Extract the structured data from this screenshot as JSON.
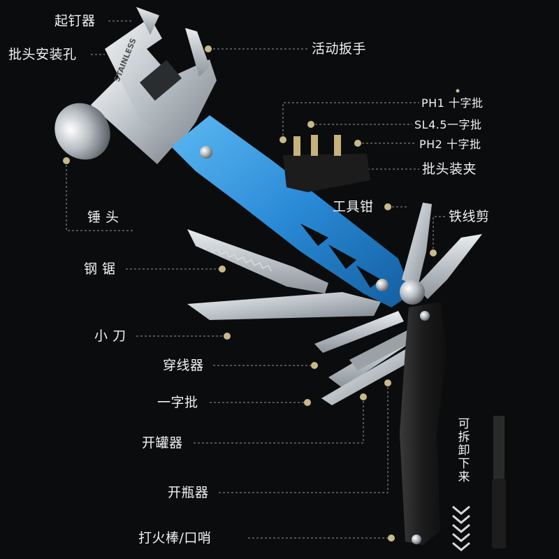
{
  "labels": {
    "nail_puller": "起钉器",
    "bit_slot": "批头安装孔",
    "wrench": "活动扳手",
    "ph1": "PH1 十字批",
    "sl45": "SL4.5一字批",
    "ph2": "PH2 十字批",
    "bit_holder": "批头装夹",
    "hammer": "锤 头",
    "pliers": "工具钳",
    "wire_cutter": "铁线剪",
    "saw": "钢 锯",
    "knife": "小 刀",
    "awl": "穿线器",
    "flat_screwdriver": "一字批",
    "can_opener": "开罐器",
    "bottle_opener": "开瓶器",
    "fire_whistle": "打火棒/口哨",
    "detachable": "可拆卸下来"
  },
  "brand_text": "STAINLESS",
  "colors": {
    "background": "#0b0c0d",
    "dot": "#c8b98a",
    "handle_blue": "#2f8fd8",
    "handle_black": "#1a1a1a",
    "steel": "#c9cfd4"
  }
}
